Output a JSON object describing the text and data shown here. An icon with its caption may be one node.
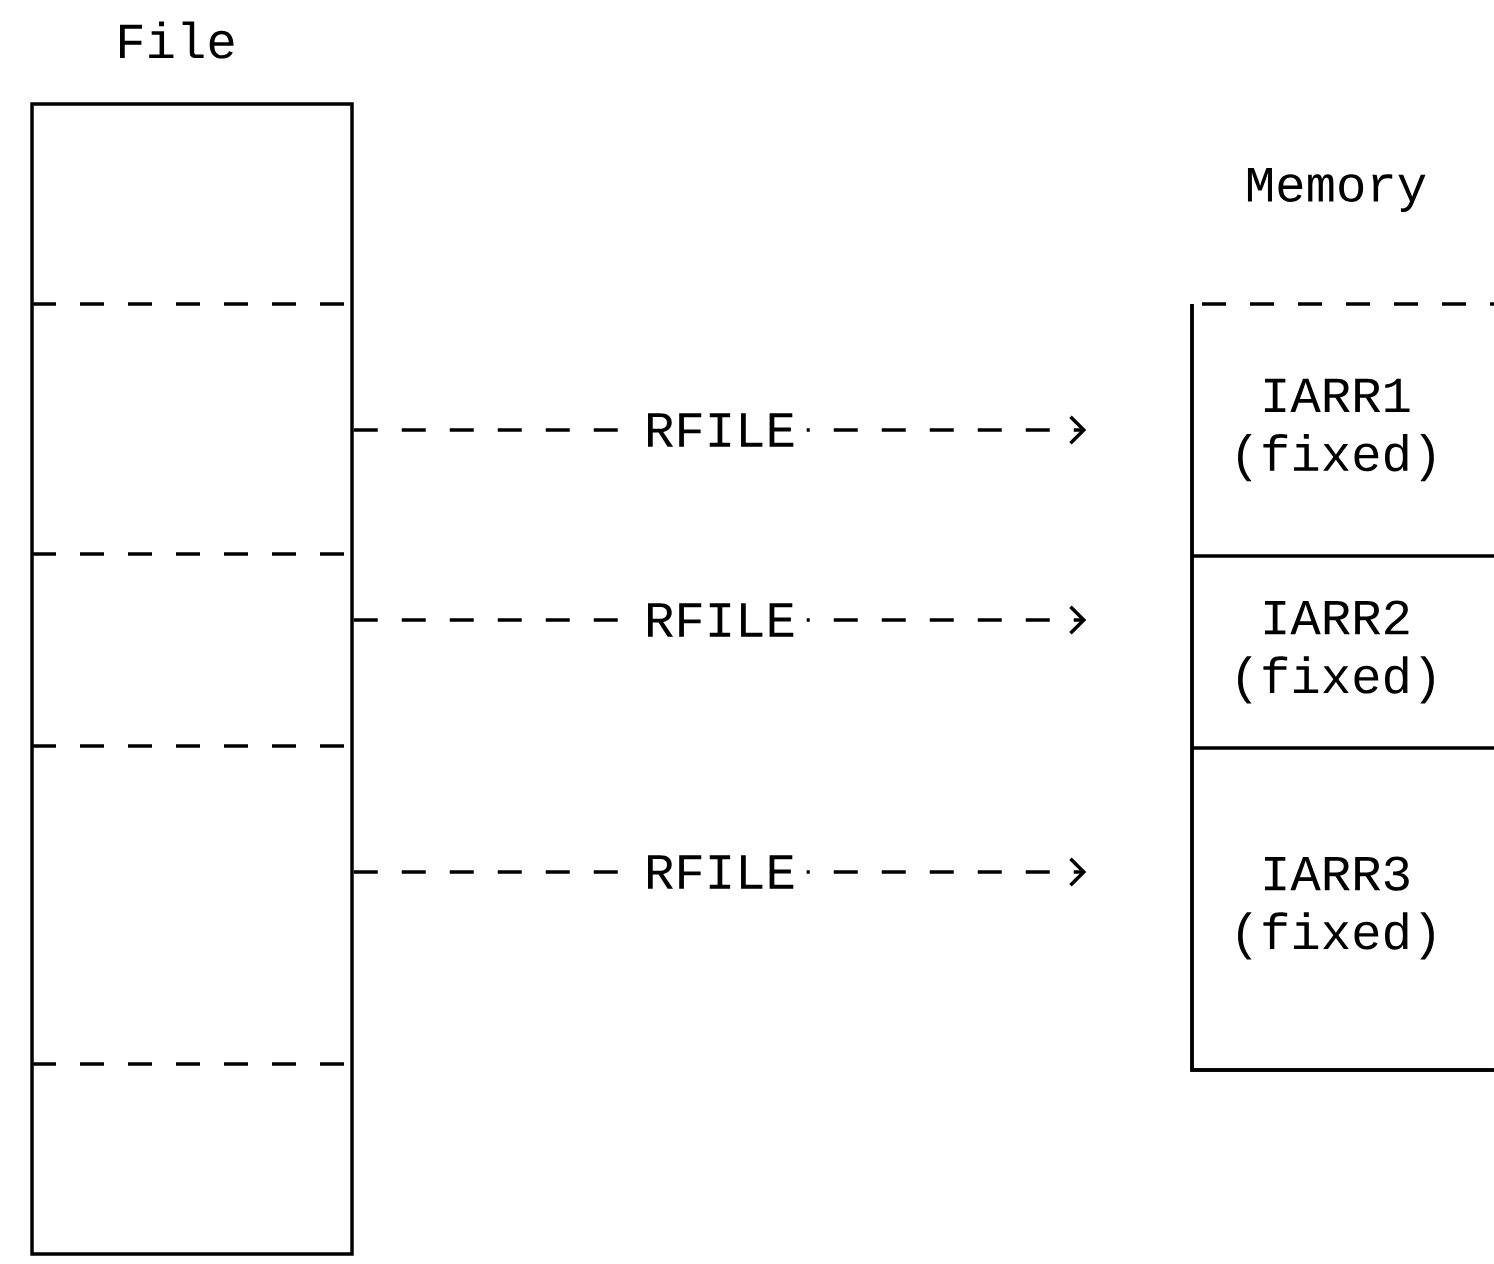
{
  "diagram": {
    "nodes": [
      {
        "text": [
          "File"
        ]
      },
      {
        "text": [
          "Memory"
        ]
      },
      {
        "text": [
          "IARR1 (fixed)"
        ],
        "in": 1
      },
      {
        "text": [
          "IARR2 (fixed)"
        ],
        "in": 1
      },
      {
        "text": [
          "IARR3 (fixed)"
        ],
        "in": 1
      }
    ],
    "edges": [
      {
        "from": 0,
        "to": 2,
        "arrow": "to",
        "label": "RFILE",
        "style": "dashed"
      },
      {
        "from": 0,
        "to": 3,
        "arrow": "to",
        "label": "RFILE",
        "style": "dashed"
      },
      {
        "from": 0,
        "to": 4,
        "arrow": "to",
        "label": "RFILE",
        "style": "dashed"
      }
    ]
  }
}
